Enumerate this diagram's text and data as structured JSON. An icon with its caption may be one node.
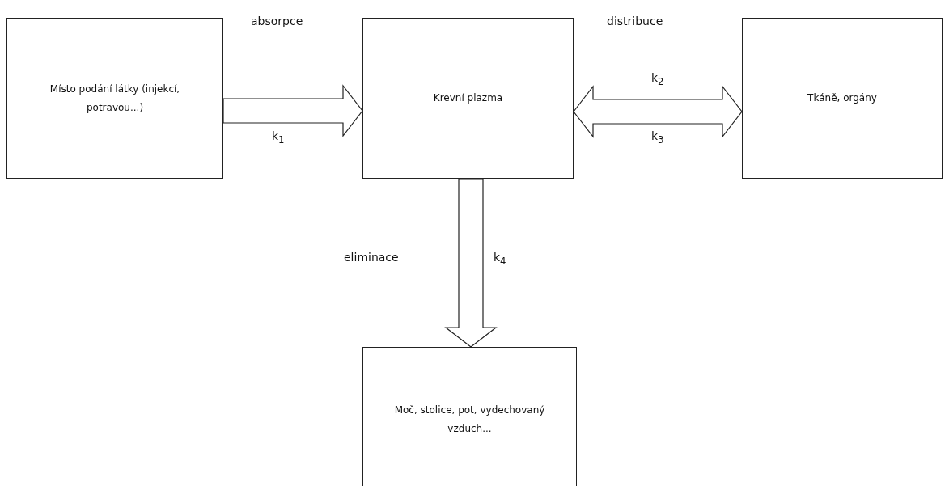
{
  "diagram": {
    "nodes": [
      {
        "text": [
          "Místo podání látky (injekcí, potravou...)"
        ]
      },
      {
        "text": [
          "Krevní plazma"
        ]
      },
      {
        "text": [
          "Tkáně, orgány"
        ]
      },
      {
        "text": [
          "Moč, stolice, pot, vydechovaný vzduch..."
        ]
      }
    ],
    "edges": [
      {
        "from": 0,
        "to": 1,
        "arrow": "to",
        "label": "k$_{1}$"
      },
      {
        "from": 1,
        "to": 2,
        "arrow": "both"
      },
      {
        "from": 1,
        "to": 3,
        "arrow": "to",
        "label": "k$_{4}$"
      }
    ],
    "labels": [
      "absorpce",
      "distribuce",
      "k$_{2}$",
      "k$_{3}$",
      "eliminace"
    ]
  }
}
